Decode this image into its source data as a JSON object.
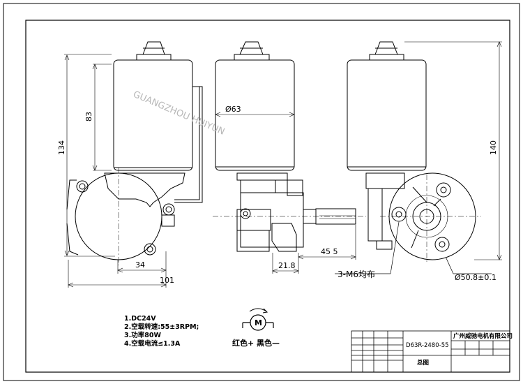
{
  "watermark": "GUANGZHOU HUIYUN",
  "dimensions": {
    "height_total": "134",
    "height_motor": "83",
    "width_34": "34",
    "width_101": "101",
    "dia_63": "Ø63",
    "length_140": "140",
    "len_218": "21.8",
    "len_455": "45 5",
    "dia_508": "Ø50.8±0.1",
    "m6_holes": "3-M6均布"
  },
  "specs": [
    "1.DC24V",
    "2.空载转速:55±3RPM;",
    "3.功率80W",
    "4.空载电流≤1.3A"
  ],
  "wiring": {
    "motor_symbol": "M",
    "legend": "红色+ 黑色—"
  },
  "title_block": {
    "company": "广州威驰电机有限公司",
    "model": "D63R-2480-55",
    "drawing_name": "总图"
  }
}
